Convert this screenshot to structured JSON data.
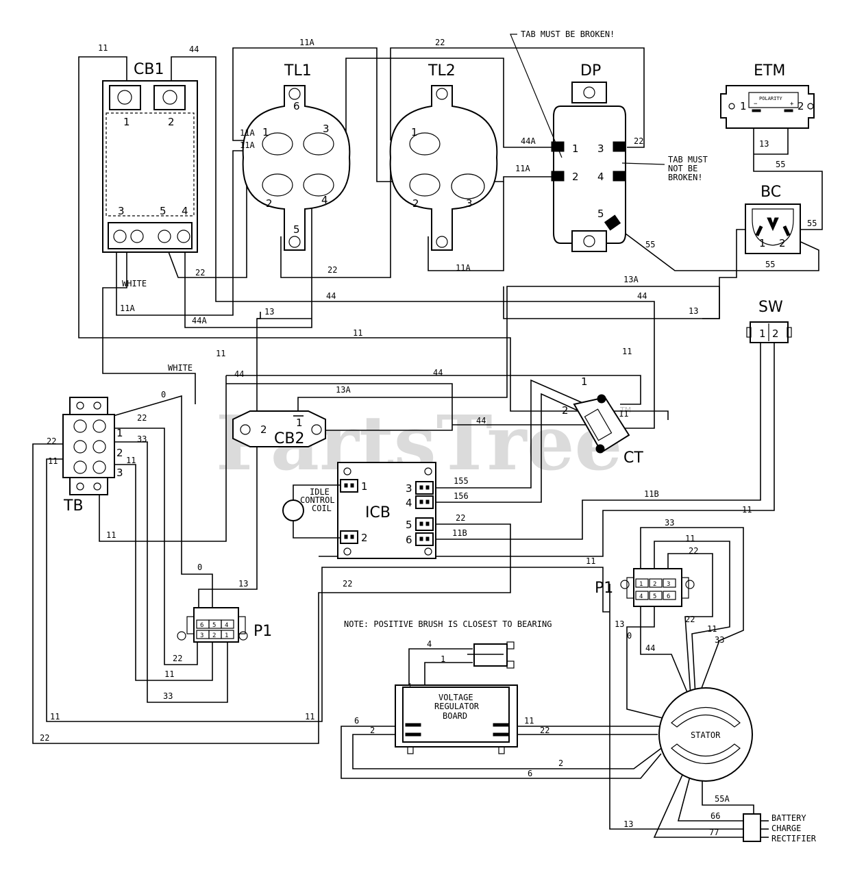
{
  "components": {
    "cb1": {
      "label": "CB1",
      "pins": [
        "1",
        "2",
        "3",
        "5",
        "4"
      ]
    },
    "tl1": {
      "label": "TL1",
      "pins": [
        "6",
        "1",
        "3",
        "2",
        "4",
        "5"
      ]
    },
    "tl2": {
      "label": "TL2",
      "pins": [
        "1",
        "2",
        "3"
      ]
    },
    "dp": {
      "label": "DP",
      "pins": [
        "1",
        "2",
        "3",
        "4",
        "5"
      ]
    },
    "etm": {
      "label": "ETM",
      "pins": [
        "1",
        "2"
      ],
      "polarity_text": "POLARITY",
      "minus": "−",
      "plus": "+"
    },
    "bc": {
      "label": "BC",
      "pins": [
        "1",
        "2"
      ]
    },
    "sw": {
      "label": "SW",
      "pins": [
        "1",
        "2"
      ]
    },
    "tb": {
      "label": "TB",
      "pins": [
        "1",
        "2",
        "3"
      ]
    },
    "cb2": {
      "label": "CB2",
      "pins": [
        "2",
        "1"
      ]
    },
    "ct": {
      "label": "CT",
      "pins": [
        "1",
        "2"
      ]
    },
    "icb": {
      "label": "ICB",
      "pins": [
        "1",
        "2",
        "3",
        "4",
        "5",
        "6"
      ]
    },
    "idle_coil": {
      "lines": [
        "IDLE",
        "CONTROL",
        "COIL"
      ]
    },
    "p1_left": {
      "label": "P1",
      "pins": [
        "6",
        "5",
        "4",
        "3",
        "2",
        "1"
      ]
    },
    "p1_right": {
      "label": "P1",
      "pins": [
        "1",
        "2",
        "3",
        "4",
        "5",
        "6"
      ]
    },
    "vrb": {
      "lines": [
        "VOLTAGE",
        "REGULATOR",
        "BOARD"
      ],
      "plus": "+",
      "minus": "−"
    },
    "stator": {
      "label": "STATOR"
    },
    "rectifier": {
      "lines": [
        "BATTERY",
        "CHARGE",
        "RECTIFIER"
      ]
    }
  },
  "notes": {
    "tab_broken": "TAB MUST BE BROKEN!",
    "tab_not_broken": [
      "TAB MUST",
      "NOT BE",
      "BROKEN!"
    ],
    "brush": "NOTE: POSITIVE BRUSH IS CLOSEST TO BEARING"
  },
  "wires": {
    "w11_cb1": "11",
    "w44_cb1": "44",
    "w11A_top": "11A",
    "w22_top": "22",
    "w11A_a": "11A",
    "w11A_b": "11A",
    "w44A_dp": "44A",
    "w11A_dp": "11A",
    "w22_dp": "22",
    "w55_a": "55",
    "w55_b": "55",
    "w55_c": "55",
    "w55_d": "55",
    "w13_etm": "13",
    "w22_mid": "22",
    "w11A_tl2": "11A",
    "w22_cb": "22",
    "white_a": "WHITE",
    "w11A_low": "11A",
    "w44A_low": "44A",
    "w13_low": "13",
    "w44_mid": "44",
    "w13A_mid": "13A",
    "w44_right": "44",
    "w13_right": "13",
    "w11_long": "11",
    "white_b": "WHITE",
    "w11_cb2": "11",
    "w11_ct": "11",
    "w44_cb2": "44",
    "w44_cb2r": "44",
    "w13A_cb2": "13A",
    "w44_ct": "44",
    "w11_ct2": "11",
    "w0_a": "0",
    "w22_tb": "22",
    "w33_tb": "33",
    "w22_tbl": "22",
    "w11_tbl": "11",
    "w11_tb2": "11",
    "w11_tb3": "11",
    "w155": "155",
    "w156": "156",
    "w22_icb": "22",
    "w11B_icb": "11B",
    "w11B_sw": "11B",
    "w11_sw": "11",
    "w0_b": "0",
    "w13_p1": "13",
    "w22_p1": "22",
    "w11_p1": "11",
    "w33_p1": "33",
    "w11_bot": "11",
    "w11_botr": "11",
    "w22_bot": "22",
    "w22_lower": "22",
    "w11_right": "11",
    "w33_r": "33",
    "w11_r": "11",
    "w22_r": "22",
    "w13_r": "13",
    "w0_r": "0",
    "w44_r": "44",
    "w22_st": "22",
    "w11_st": "11",
    "w33_st": "33",
    "w4_vrb": "4",
    "w1_vrb": "1",
    "w6_vrb": "6",
    "w2_vrb": "2",
    "w11_vrb": "11",
    "w22_vrb": "22",
    "w2_loop": "2",
    "w6_loop": "6",
    "w55A": "55A",
    "w66": "66",
    "w77": "77",
    "w13_bot": "13"
  },
  "watermark": {
    "text": "PartsTree",
    "tm": "TM"
  }
}
